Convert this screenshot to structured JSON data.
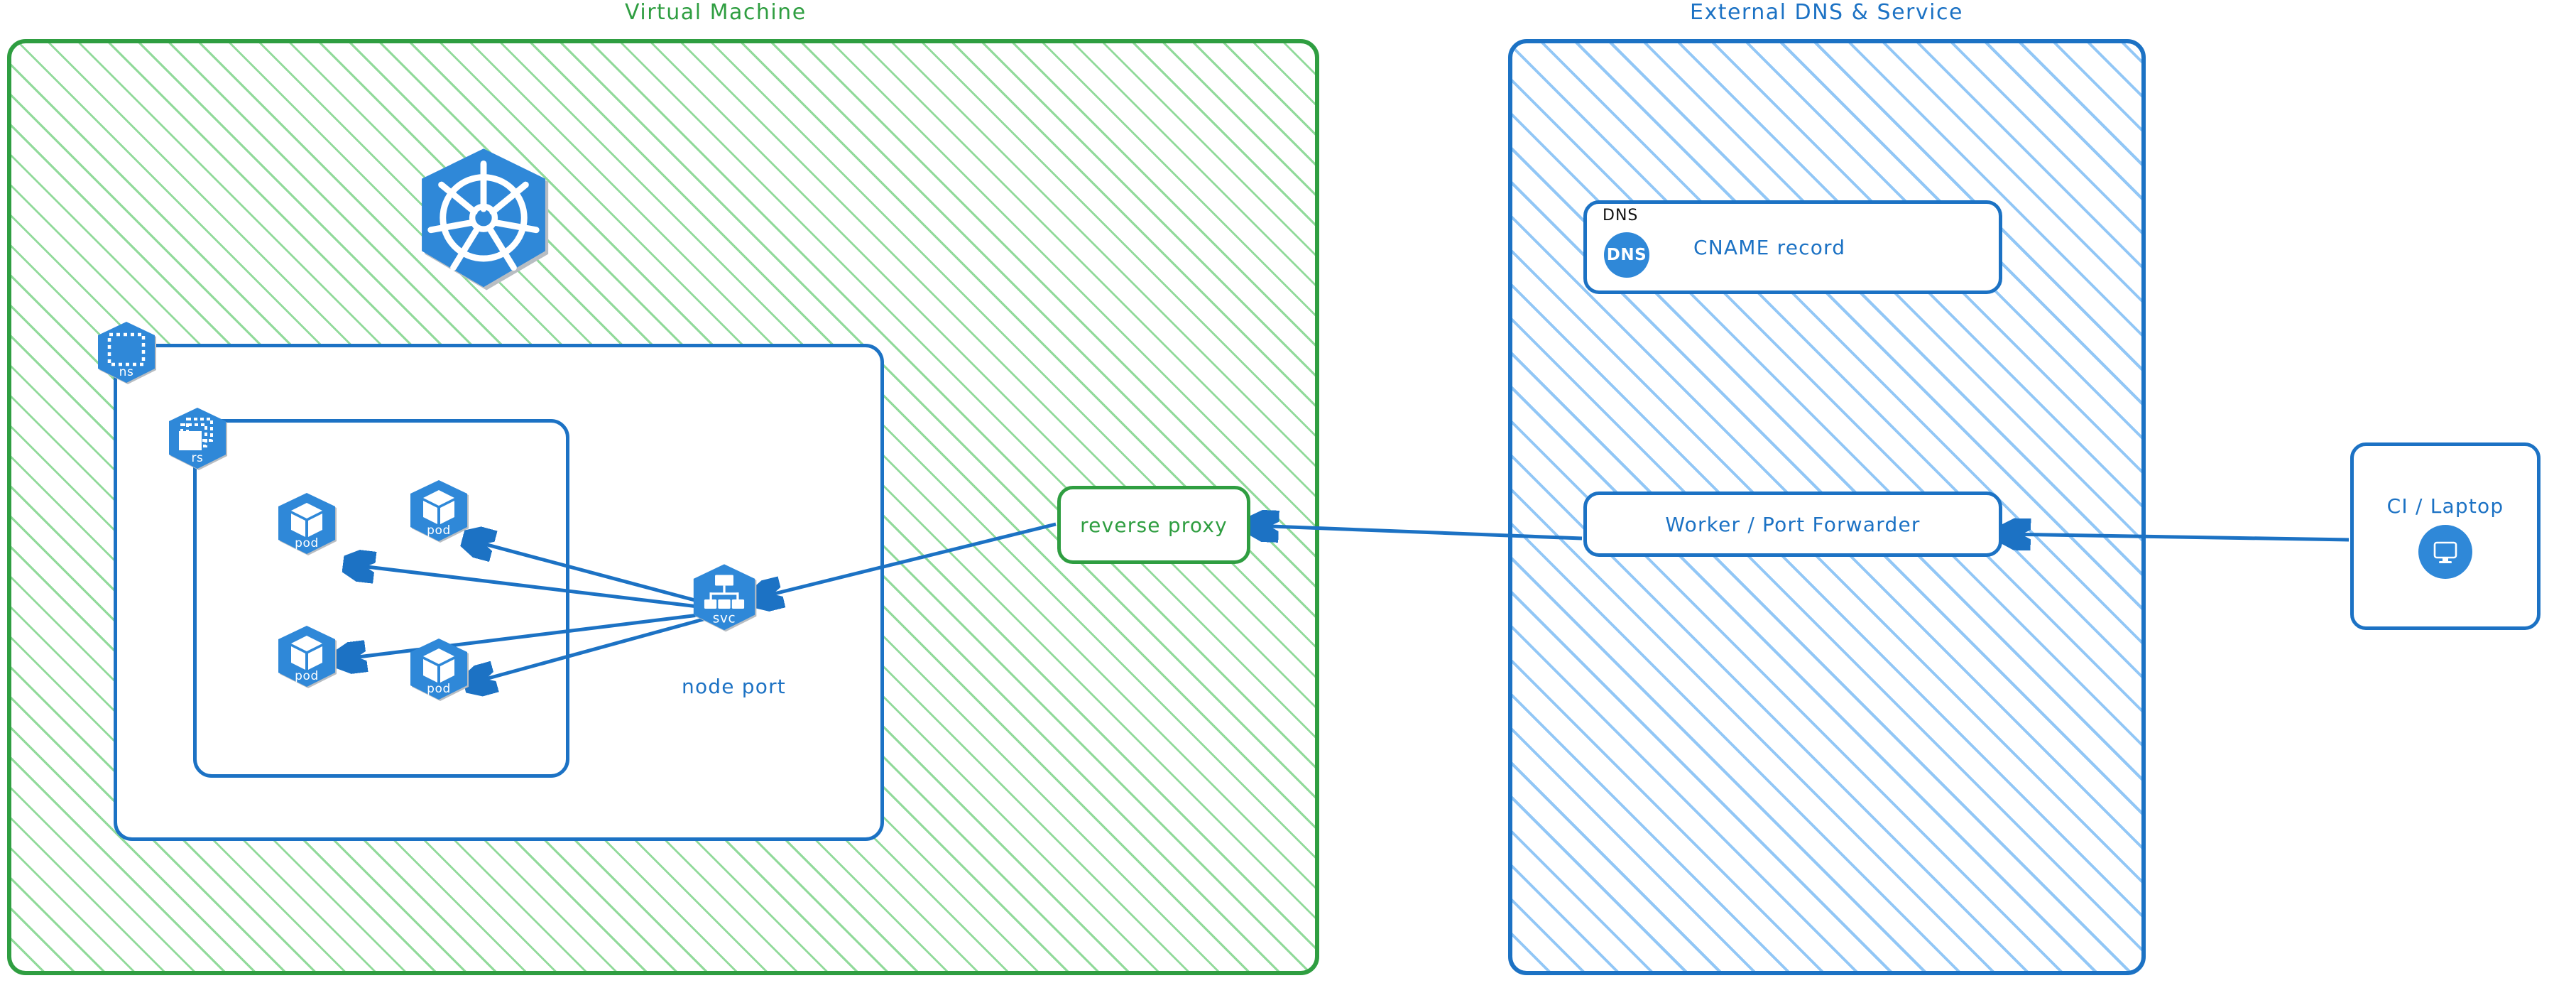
{
  "diagram": {
    "title_hidden": "",
    "groups": [
      {
        "id": "vm",
        "label": "Virtual Machine",
        "color": "#2f9e41"
      },
      {
        "id": "ext",
        "label": "External DNS & Service",
        "color": "#1c72c4"
      }
    ],
    "nodes": {
      "kubernetes_logo": {
        "caption": ""
      },
      "namespace": {
        "caption": "ns",
        "icon": "k8s-namespace-icon"
      },
      "replicaset": {
        "caption": "rs",
        "icon": "k8s-replicaset-icon"
      },
      "pods": [
        {
          "caption": "pod",
          "icon": "k8s-pod-icon"
        },
        {
          "caption": "pod",
          "icon": "k8s-pod-icon"
        },
        {
          "caption": "pod",
          "icon": "k8s-pod-icon"
        },
        {
          "caption": "pod",
          "icon": "k8s-pod-icon"
        }
      ],
      "service": {
        "caption": "svc",
        "icon": "k8s-service-icon",
        "sub_label": "node port"
      },
      "reverse_proxy": {
        "label": "reverse proxy",
        "color": "#2f9e41"
      },
      "dns": {
        "corner_tag": "DNS",
        "badge_text": "DNS",
        "label": "CNAME record",
        "color": "#1c72c4"
      },
      "worker": {
        "label": "Worker / Port Forwarder",
        "color": "#1c72c4"
      },
      "client": {
        "label": "CI / Laptop",
        "icon": "desktop-monitor-icon",
        "color": "#1c72c4"
      }
    },
    "colors": {
      "green_stroke": "#2f9e41",
      "green_hatch": "#7ed389",
      "blue_stroke": "#1c72c4",
      "blue_hatch": "#8cc4f5",
      "k8s_blue": "#2f88d8",
      "white": "#ffffff",
      "black_text": "#111111"
    }
  }
}
